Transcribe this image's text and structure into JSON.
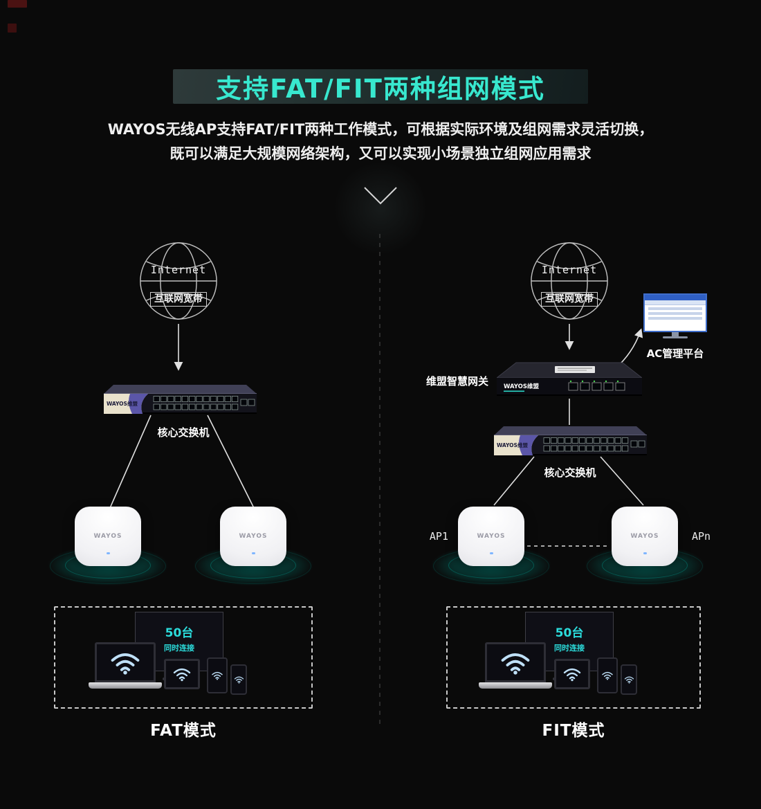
{
  "header": {
    "title": "支持FAT/FIT两种组网模式",
    "subtitle_line1": "WAYOS无线AP支持FAT/FIT两种工作模式，可根据实际环境及组网需求灵活切换，",
    "subtitle_line2": "既可以满足大规模网络架构，又可以实现小场景独立组网应用需求"
  },
  "brand": "WAYOS",
  "brand_full": "WAYOS维盟",
  "colors": {
    "accent": "#38e8cf",
    "background": "#0a0a0a",
    "glow": "#00d8c4"
  },
  "fat": {
    "internet_en": "Internet",
    "internet_zh": "互联网宽带",
    "switch_label": "核心交换机",
    "capacity": "50台",
    "capacity_sub": "同时连接",
    "mode_label": "FAT模式"
  },
  "fit": {
    "internet_en": "Internet",
    "internet_zh": "互联网宽带",
    "gateway_label": "维盟智慧网关",
    "ac_platform_label": "AC管理平台",
    "switch_label": "核心交换机",
    "ap_left_label": "AP1",
    "ap_right_label": "APn",
    "capacity": "50台",
    "capacity_sub": "同时连接",
    "mode_label": "FIT模式"
  }
}
